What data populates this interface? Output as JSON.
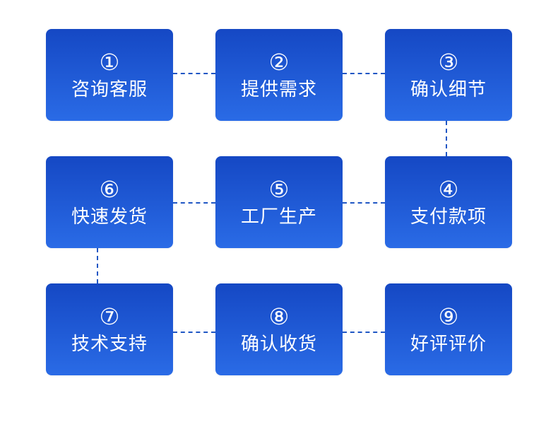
{
  "steps": [
    {
      "num": "①",
      "label": "咨询客服"
    },
    {
      "num": "②",
      "label": "提供需求"
    },
    {
      "num": "③",
      "label": "确认细节"
    },
    {
      "num": "④",
      "label": "支付款项"
    },
    {
      "num": "⑤",
      "label": "工厂生产"
    },
    {
      "num": "⑥",
      "label": "快速发货"
    },
    {
      "num": "⑦",
      "label": "技术支持"
    },
    {
      "num": "⑧",
      "label": "确认收货"
    },
    {
      "num": "⑨",
      "label": "好评评价"
    }
  ],
  "colors": {
    "box_top": "#1548c4",
    "box_bottom": "#2a6be6",
    "connector": "#1f56c4",
    "text": "#ffffff",
    "background": "#ffffff"
  }
}
